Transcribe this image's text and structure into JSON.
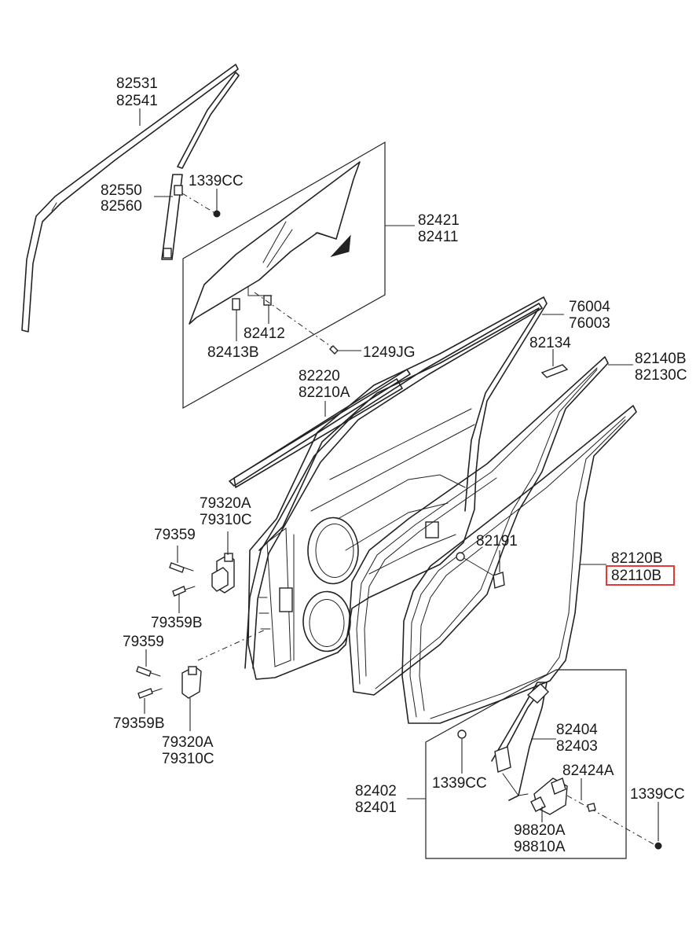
{
  "diagram": {
    "labels": [
      {
        "id": "l82531",
        "lines": [
          "82531",
          "82541"
        ]
      },
      {
        "id": "l82550",
        "lines": [
          "82550",
          "82560"
        ]
      },
      {
        "id": "l1339cc_a",
        "lines": [
          "1339CC"
        ]
      },
      {
        "id": "l82421",
        "lines": [
          "82421",
          "82411"
        ]
      },
      {
        "id": "l82412",
        "lines": [
          "82412"
        ]
      },
      {
        "id": "l82413b",
        "lines": [
          "82413B"
        ]
      },
      {
        "id": "l1249jg",
        "lines": [
          "1249JG"
        ]
      },
      {
        "id": "l76004",
        "lines": [
          "76004",
          "76003"
        ]
      },
      {
        "id": "l82134",
        "lines": [
          "82134"
        ]
      },
      {
        "id": "l82140b",
        "lines": [
          "82140B",
          "82130C"
        ]
      },
      {
        "id": "l82220",
        "lines": [
          "82220",
          "82210A"
        ]
      },
      {
        "id": "l79320a_top",
        "lines": [
          "79320A",
          "79310C"
        ]
      },
      {
        "id": "l79359_top",
        "lines": [
          "79359"
        ]
      },
      {
        "id": "l79359b_top",
        "lines": [
          "79359B"
        ]
      },
      {
        "id": "l82191",
        "lines": [
          "82191"
        ]
      },
      {
        "id": "l82120b",
        "lines": [
          "82120B",
          "82110B"
        ]
      },
      {
        "id": "l79359_bot",
        "lines": [
          "79359"
        ]
      },
      {
        "id": "l79359b_bot",
        "lines": [
          "79359B"
        ]
      },
      {
        "id": "l79320a_bot",
        "lines": [
          "79320A",
          "79310C"
        ]
      },
      {
        "id": "l82404",
        "lines": [
          "82404",
          "82403"
        ]
      },
      {
        "id": "l82424a",
        "lines": [
          "82424A"
        ]
      },
      {
        "id": "l1339cc_b",
        "lines": [
          "1339CC"
        ]
      },
      {
        "id": "l1339cc_c",
        "lines": [
          "1339CC"
        ]
      },
      {
        "id": "l82402",
        "lines": [
          "82402",
          "82401"
        ]
      },
      {
        "id": "l98820a",
        "lines": [
          "98820A",
          "98810A"
        ]
      }
    ],
    "highlighted_part": "82110B",
    "highlight_color": "#e53935"
  }
}
